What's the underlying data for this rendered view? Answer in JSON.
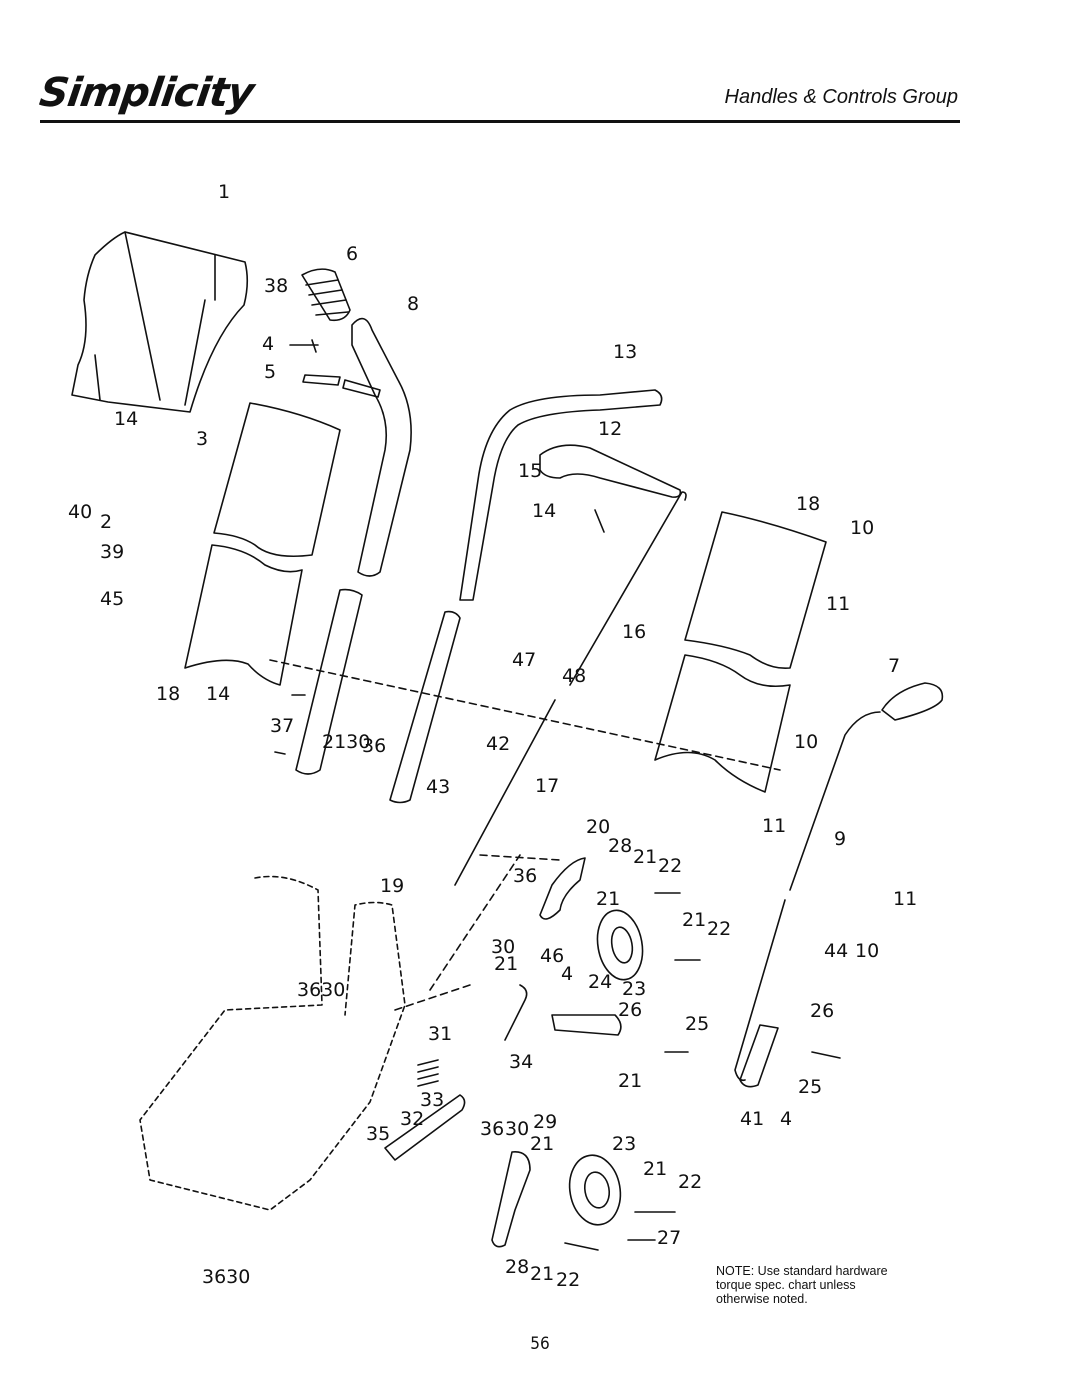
{
  "header": {
    "brand": "Simplicity",
    "section_title": "Handles & Controls Group"
  },
  "callouts": {
    "c1": "1",
    "c38": "38",
    "c6": "6",
    "c8": "8",
    "c4a": "4",
    "c5": "5",
    "c13": "13",
    "c14a": "14",
    "c3": "3",
    "c12": "12",
    "c15": "15",
    "c40": "40",
    "c2": "2",
    "c39": "39",
    "c14b": "14",
    "c18a": "18",
    "c10a": "10",
    "c11a": "11",
    "c45": "45",
    "c16": "16",
    "c47": "47",
    "c48": "48",
    "c7": "7",
    "c18b": "18",
    "c14c": "14",
    "c37": "37",
    "c2130": "2130",
    "c36a": "36",
    "c42": "42",
    "c10b": "10",
    "c43": "43",
    "c17": "17",
    "c11b": "11",
    "c9": "9",
    "c20": "20",
    "c28a": "28",
    "c21a": "21",
    "c22a": "22",
    "c19": "19",
    "c36b": "36",
    "c21b": "21",
    "c11c": "11",
    "c44": "44",
    "c10c": "10",
    "c30a": "30",
    "c21c": "21",
    "c46": "46",
    "c21d": "21",
    "c22b": "22",
    "c3630a": "3630",
    "c4b": "4",
    "c24": "24",
    "c23a": "23",
    "c26a": "26",
    "c26b": "26",
    "c25a": "25",
    "c31": "31",
    "c34": "34",
    "c21e": "21",
    "c25b": "25",
    "c33": "33",
    "c32": "32",
    "c41": "41",
    "c4c": "4",
    "c35": "35",
    "c36c": "36",
    "c30b": "30",
    "c29": "29",
    "c21f": "21",
    "c23b": "23",
    "c21g": "21",
    "c22c": "22",
    "c27": "27",
    "c3630b": "3630",
    "c28b": "28",
    "c21h": "21",
    "c22d": "22"
  },
  "note": {
    "line1": "NOTE: Use standard hardware",
    "line2": "torque spec. chart unless",
    "line3": "otherwise noted."
  },
  "page_number": "56"
}
